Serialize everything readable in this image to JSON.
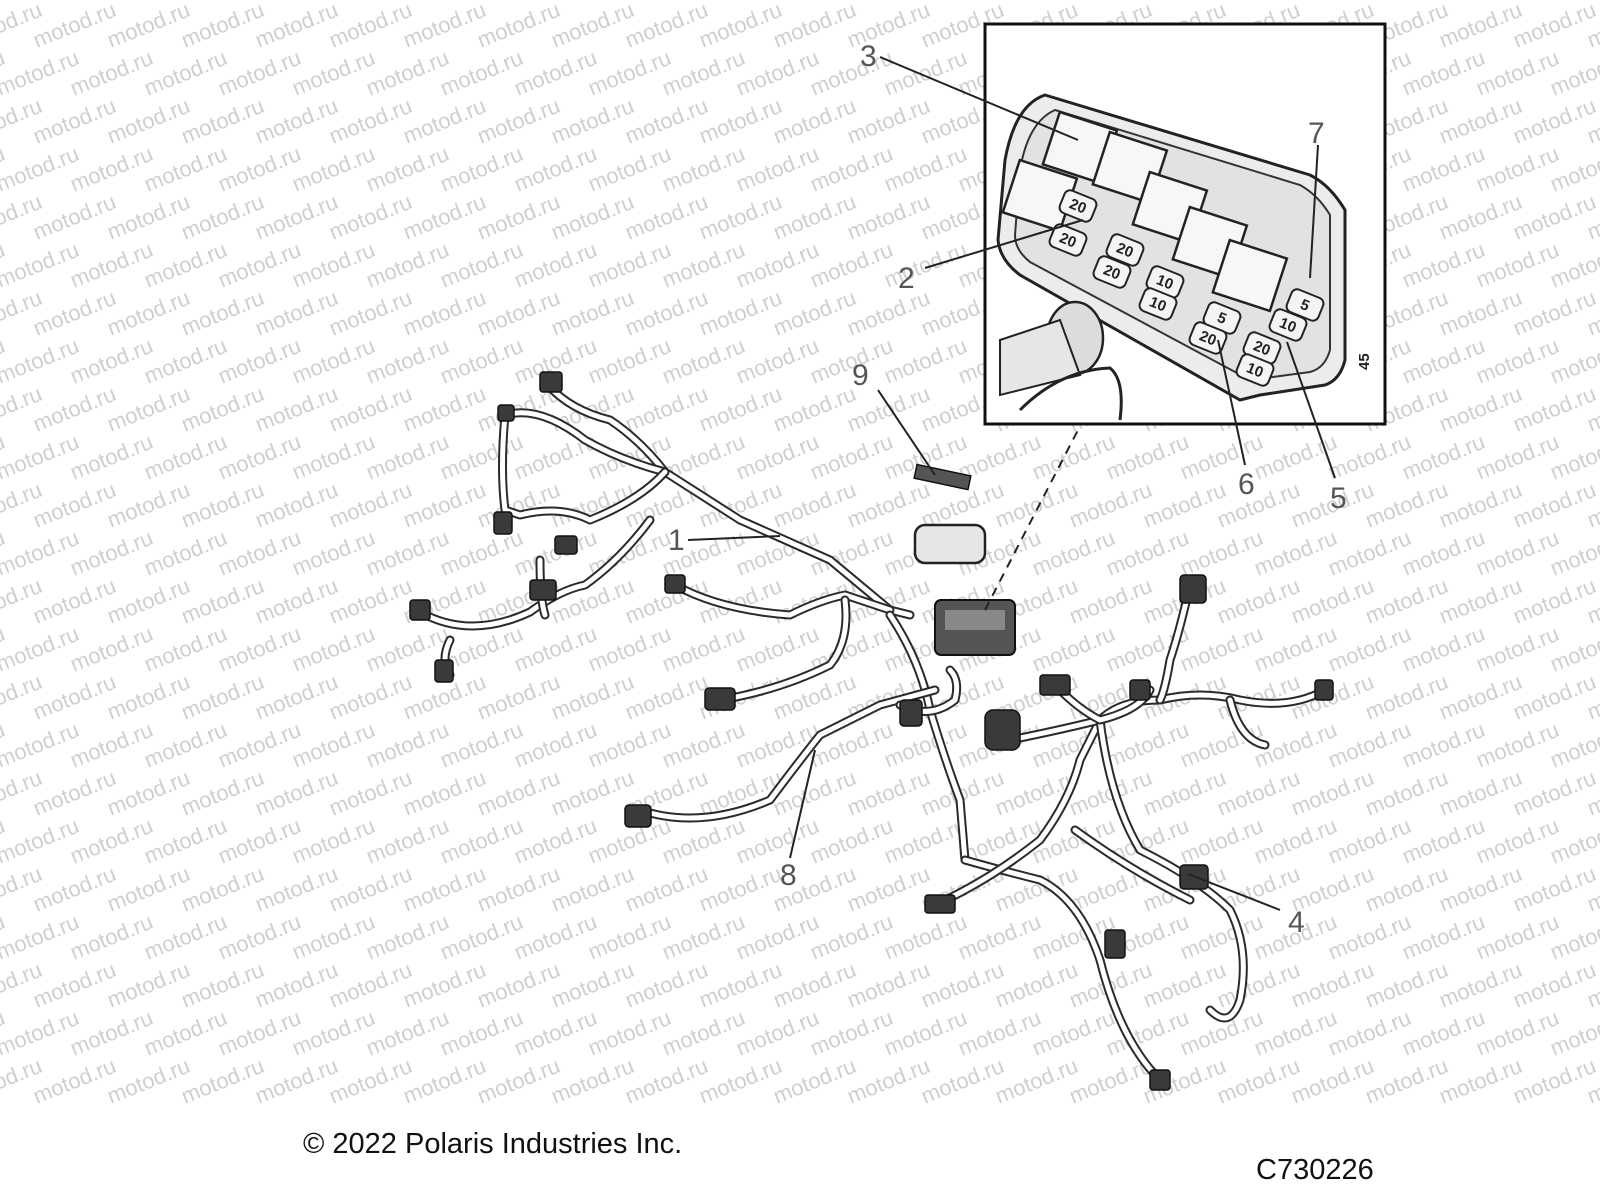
{
  "watermark": "motod.ru",
  "callouts": [
    {
      "id": "1",
      "label": "1"
    },
    {
      "id": "2",
      "label": "2"
    },
    {
      "id": "3",
      "label": "3"
    },
    {
      "id": "4",
      "label": "4"
    },
    {
      "id": "5",
      "label": "5"
    },
    {
      "id": "6",
      "label": "6"
    },
    {
      "id": "7",
      "label": "7"
    },
    {
      "id": "8",
      "label": "8"
    },
    {
      "id": "9",
      "label": "9"
    }
  ],
  "fuse_box": {
    "housing_number": "45",
    "fuse_ratings": [
      "20",
      "20",
      "20",
      "20",
      "10",
      "10",
      "5",
      "20",
      "5",
      "10",
      "20",
      "10"
    ]
  },
  "footer": {
    "copyright": "© 2022 Polaris Industries Inc.",
    "diagram_code": "C730226"
  }
}
